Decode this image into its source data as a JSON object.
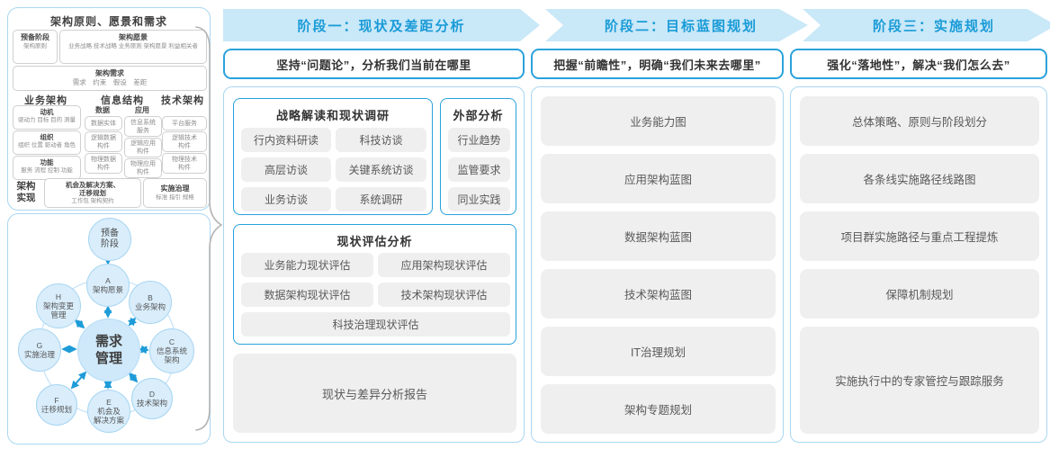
{
  "colors": {
    "accent_blue": "#1e9cd8",
    "banner_bg": "#c9e8f8",
    "panel_border": "#a9d7f1",
    "bluebox_border": "#2aa2db",
    "gray_box_bg": "#efefef",
    "gray_text": "#595959",
    "dark_text": "#3f3f3f",
    "circle_fill": "#d9edfb",
    "circle_border": "#a6d5f2",
    "brace_gray": "#b3b3b3"
  },
  "framework": {
    "title": "架构原则、愿景和需求",
    "prep_title": "预备阶段",
    "prep_sub": "架构原则",
    "vision_title": "架构愿景",
    "vision_sub": "业务战略 技术战略 业务原则 架构愿景 利益相关者",
    "req_title": "架构需求",
    "req_sub": "需求　约束　假设　差距",
    "biz_title": "业务架构",
    "biz_groups": [
      {
        "title": "动机",
        "sub": "驱动力 目标 目的 测量"
      },
      {
        "title": "组织",
        "sub": "组织 位置 驱动者 角色"
      },
      {
        "title": "功能",
        "sub": "服务 流程 控制 功能"
      }
    ],
    "info_title": "信息结构",
    "data_title": "数据",
    "data_items": [
      "数据实体",
      "逻辑数据\n构件",
      "物理数据\n构件"
    ],
    "app_title": "应用",
    "app_items": [
      "信息系统\n服务",
      "逻辑应用\n构件",
      "物理应用\n构件"
    ],
    "tech_title": "技术架构",
    "tech_items": [
      "平台服务",
      "逻辑技术\n构件",
      "物理技术\n构件"
    ],
    "impl_label": "架构\n实现",
    "impl_box1_title": "机会及解决方案、\n迁移规划",
    "impl_box1_sub": "工作包 架构契约",
    "impl_box2_title": "实施治理",
    "impl_box2_sub": "标准 指引 规格"
  },
  "adm": {
    "prep": "预备\n阶段",
    "center": "需求\n管理",
    "a": "A\n架构愿景",
    "b": "B\n业务架构",
    "c": "C\n信息系统\n架构",
    "d": "D\n技术架构",
    "e": "E\n机会及\n解决方案",
    "f": "F\n迁移规划",
    "g": "G\n实施治理",
    "h": "H\n架构变更\n管理"
  },
  "phases": [
    {
      "header": "阶段一：现状及差距分析",
      "subtitle": "坚持“问题论”，分析我们当前在哪里",
      "group1_title": "战略解读和现状调研",
      "group1_items": [
        "行内资料研读",
        "科技访谈",
        "高层访谈",
        "关键系统访谈",
        "业务访谈",
        "系统调研"
      ],
      "group2_title": "外部分析",
      "group2_items": [
        "行业趋势",
        "监管要求",
        "同业实践"
      ],
      "group3_title": "现状评估分析",
      "group3_items": [
        "业务能力现状评估",
        "应用架构现状评估",
        "数据架构现状评估",
        "技术架构现状评估",
        "科技治理现状评估"
      ],
      "output": "现状与差异分析报告"
    },
    {
      "header": "阶段二：目标蓝图规划",
      "subtitle": "把握“前瞻性”，明确“我们未来去哪里”",
      "items": [
        "业务能力图",
        "应用架构蓝图",
        "数据架构蓝图",
        "技术架构蓝图",
        "IT治理规划",
        "架构专题规划"
      ]
    },
    {
      "header": "阶段三：实施规划",
      "subtitle": "强化“落地性”，解决“我们怎么去”",
      "items": [
        "总体策略、原则与阶段划分",
        "各条线实施路径线路图",
        "项目群实施路径与重点工程提炼",
        "保障机制规划",
        "实施执行中的专家管控与跟踪服务"
      ]
    }
  ]
}
